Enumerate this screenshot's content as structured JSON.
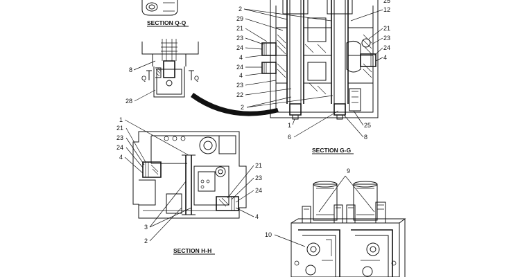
{
  "colors": {
    "ink": "#111111",
    "paper": "#ffffff"
  },
  "sections": {
    "qq": "SECTION  Q-Q",
    "gg": "SECTION  G-G",
    "hh": "SECTION  H-H"
  },
  "cut_marks": {
    "left": "Q",
    "right": "Q"
  },
  "labels": {
    "qq": {
      "l8": "8",
      "l28": "28"
    },
    "gg": {
      "l2a": "2",
      "l29": "29",
      "l21": "21",
      "l23": "23",
      "l24a": "24",
      "l4a": "4",
      "l24b": "24",
      "l4b": "4",
      "l23b": "23",
      "l22": "22",
      "l2b": "2",
      "l1": "1",
      "l6": "6",
      "l25top": "25",
      "l12": "12",
      "l21r": "21",
      "l23r": "23",
      "l24r": "24",
      "l4r": "4",
      "l25": "25",
      "l8": "8"
    },
    "hh": {
      "l1": "1",
      "l21": "21",
      "l23": "23",
      "l24": "24",
      "l4": "4",
      "l21r": "21",
      "l23r": "23",
      "l24r": "24",
      "l4r": "4",
      "l3": "3",
      "l2": "2"
    },
    "iso": {
      "l9": "9",
      "l10": "10"
    }
  }
}
